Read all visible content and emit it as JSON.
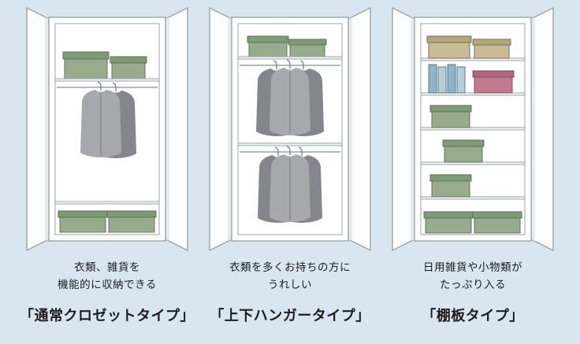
{
  "colors": {
    "background": "#d9e6ef",
    "text": "#1c1c1c",
    "door_fill": "#fcfdfd",
    "frame_stroke": "#8e979c",
    "line_stroke": "#9aa3a8",
    "box_green": "#96ac8c",
    "box_green_dark": "#7e9a76",
    "box_tan": "#c8bb95",
    "box_tan_dark": "#b5a77d",
    "box_pink": "#c17b90",
    "box_pink_dark": "#ad6a7e",
    "book_blue": "#8db5c5",
    "book_blue_light": "#b3cfd9",
    "cloth_light": "#a7a7ae",
    "cloth_dark": "#85858d"
  },
  "panels": [
    {
      "illustration": "closet-standard",
      "caption_line1": "衣類、雑貨を",
      "caption_line2": "機能的に収納できる",
      "title": "「通常クロゼットタイプ」"
    },
    {
      "illustration": "closet-two-tier-hanger",
      "caption_line1": "衣類を多くお持ちの方に",
      "caption_line2": "うれしい",
      "title": "「上下ハンガータイプ」"
    },
    {
      "illustration": "closet-shelves",
      "caption_line1": "日用雑貨や小物類が",
      "caption_line2": "たっぷり入る",
      "title": "「棚板タイプ」"
    }
  ]
}
